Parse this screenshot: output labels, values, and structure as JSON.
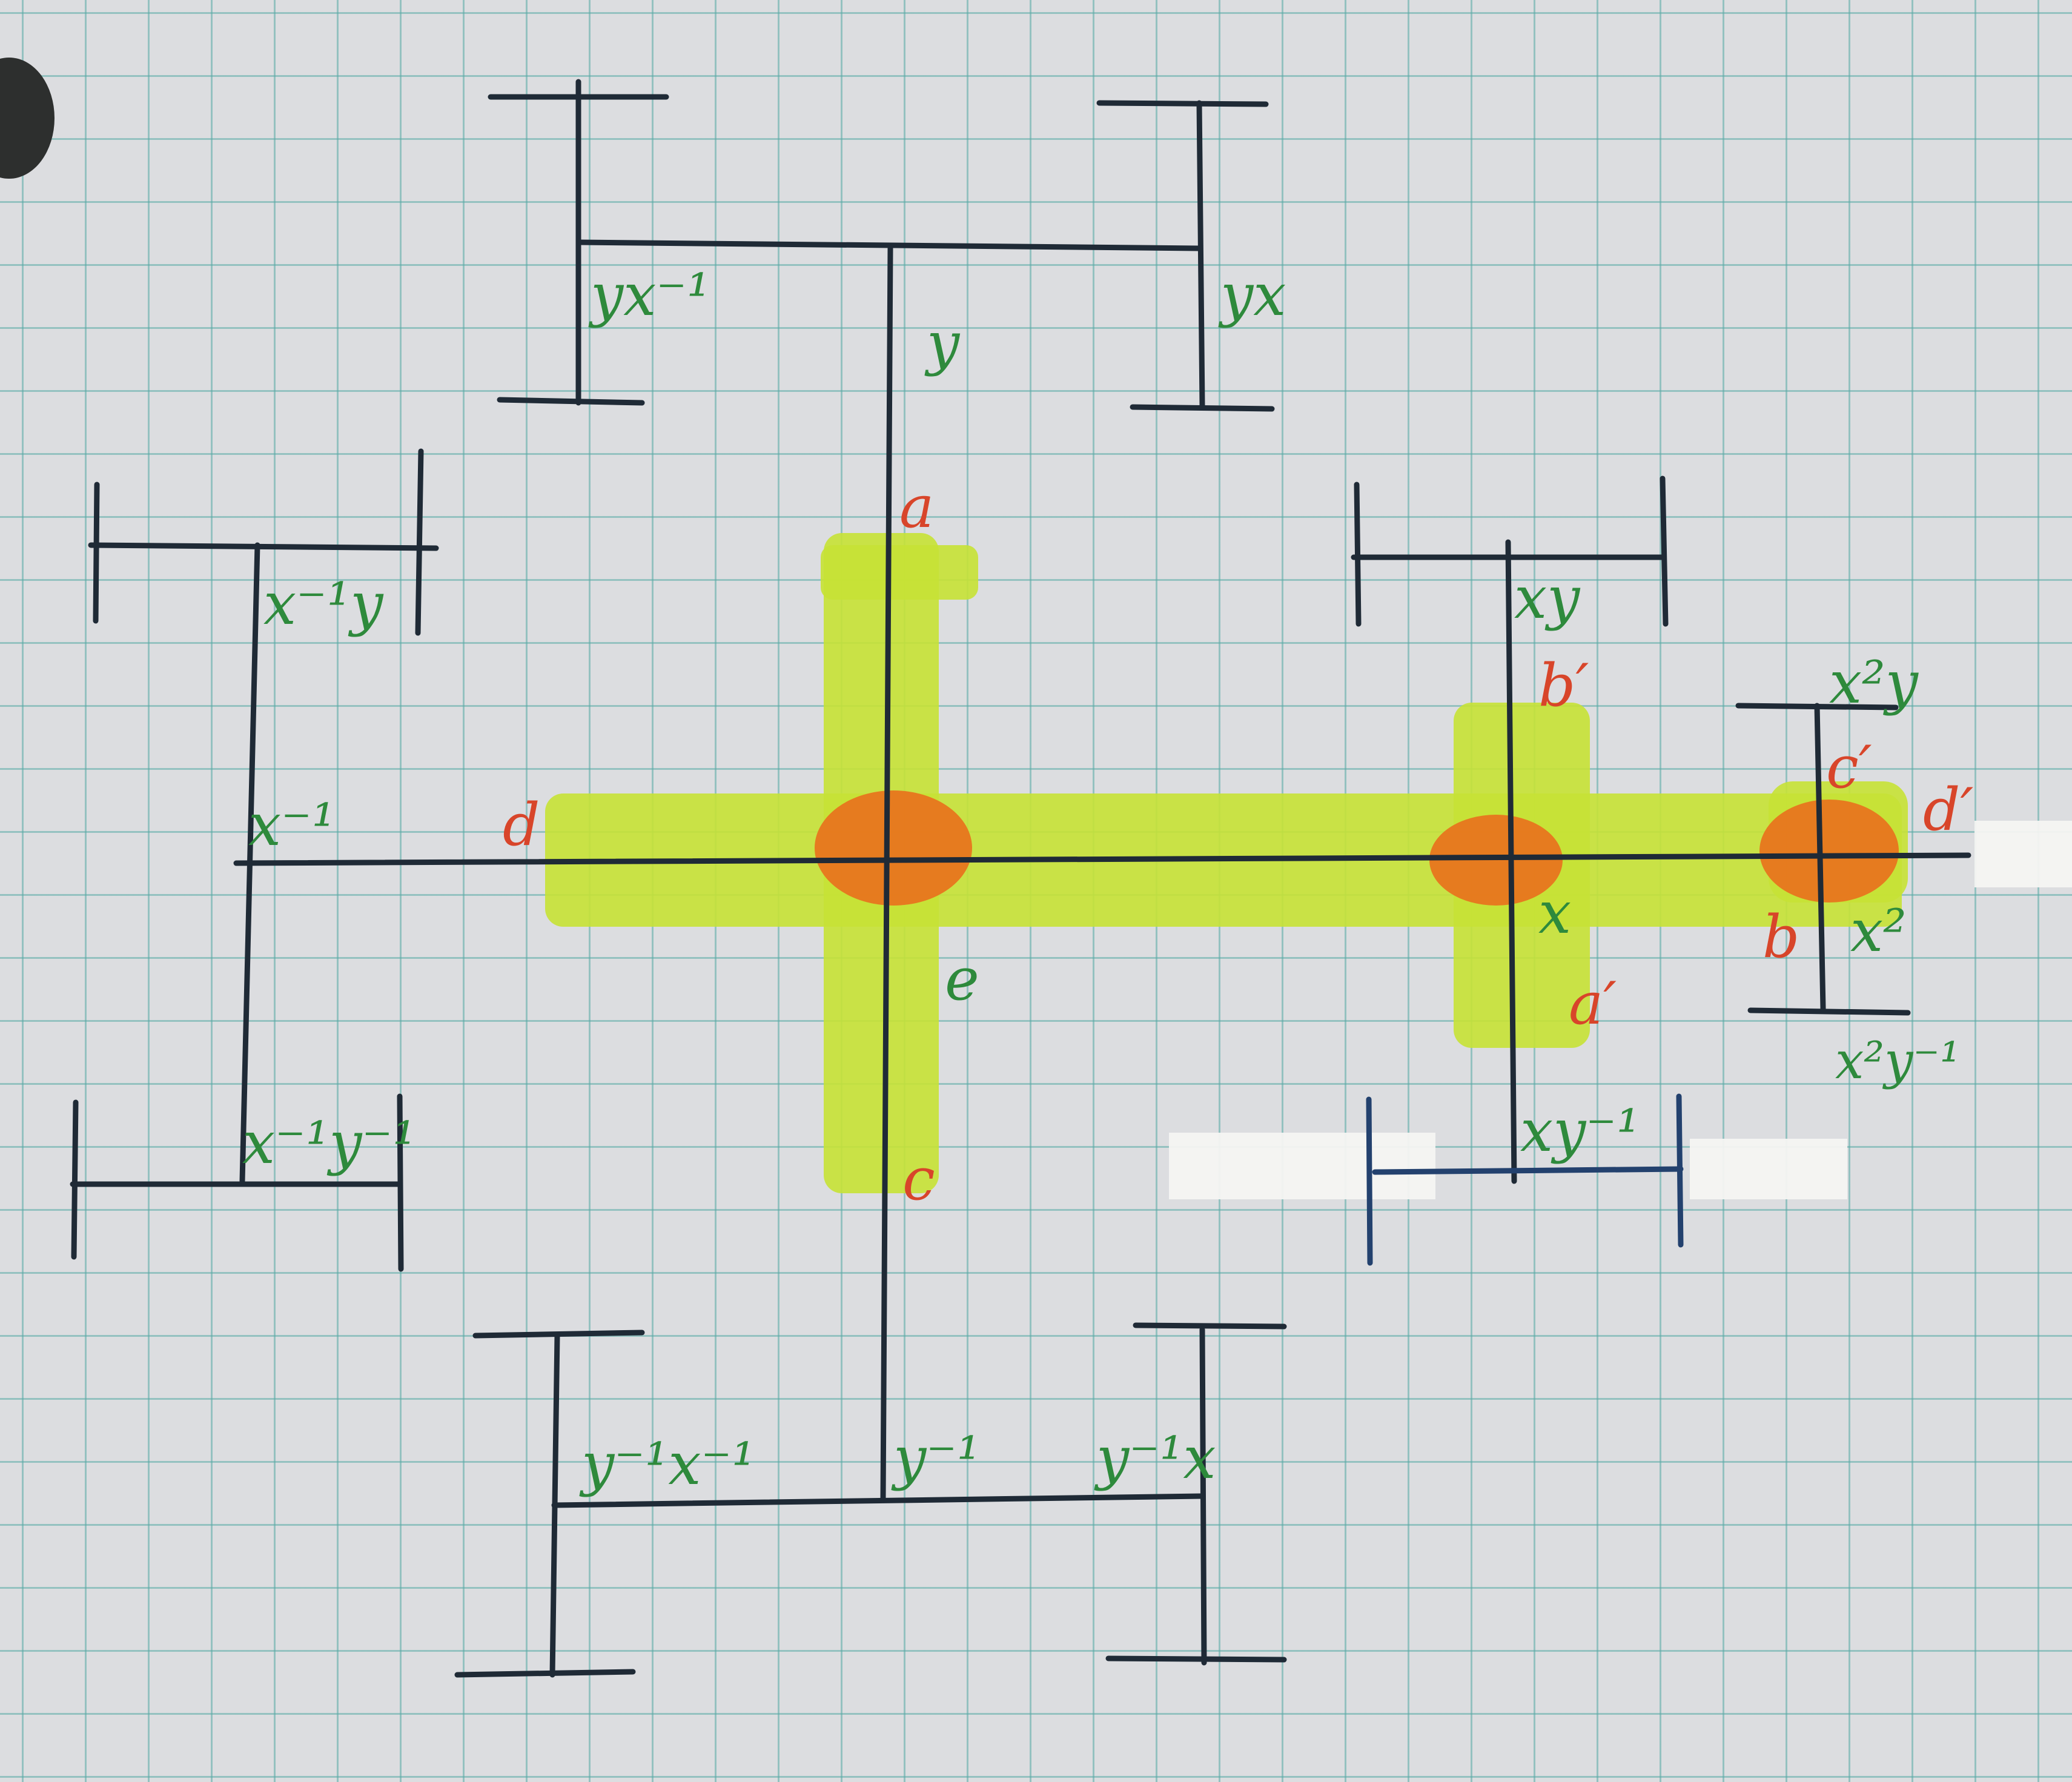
{
  "diagram": {
    "vertex_labels": {
      "y": "y",
      "yx_inv": "yx⁻¹",
      "yx": "yx",
      "x_inv_y": "x⁻¹y",
      "x_inv": "x⁻¹",
      "x_inv_y_inv": "x⁻¹y⁻¹",
      "e": "e",
      "x": "x",
      "xy": "xy",
      "x2y": "x²y",
      "x2": "x²",
      "x2y_inv": "x²y⁻¹",
      "xy_inv": "xy⁻¹",
      "y_inv": "y⁻¹",
      "y_inv_x_inv": "y⁻¹x⁻¹",
      "y_inv_x": "y⁻¹x"
    },
    "end_markers": {
      "a": "a",
      "c": "c",
      "d": "d",
      "b_prime": "b′",
      "a_prime": "a′",
      "c_prime": "c′",
      "d_prime": "d′",
      "b": "b"
    },
    "colors": {
      "ink": "#1f2a36",
      "label_green": "#2e8a3c",
      "marker_red": "#d8452a",
      "highlight_yellow": "#c6e235",
      "highlight_orange": "#e8751e",
      "grid": "#5aaaa5"
    }
  }
}
